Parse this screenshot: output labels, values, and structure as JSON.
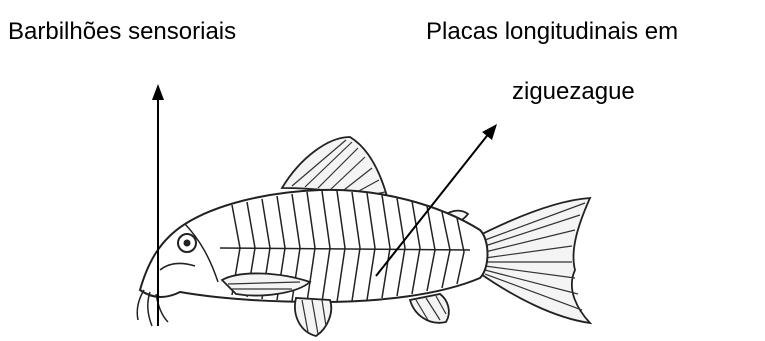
{
  "labels": {
    "barbels": "Barbilhões sensoriais",
    "plates_line1": "Placas longitudinais em",
    "plates_line2": "ziguezague"
  },
  "colors": {
    "background": "#ffffff",
    "ink": "#000000"
  }
}
